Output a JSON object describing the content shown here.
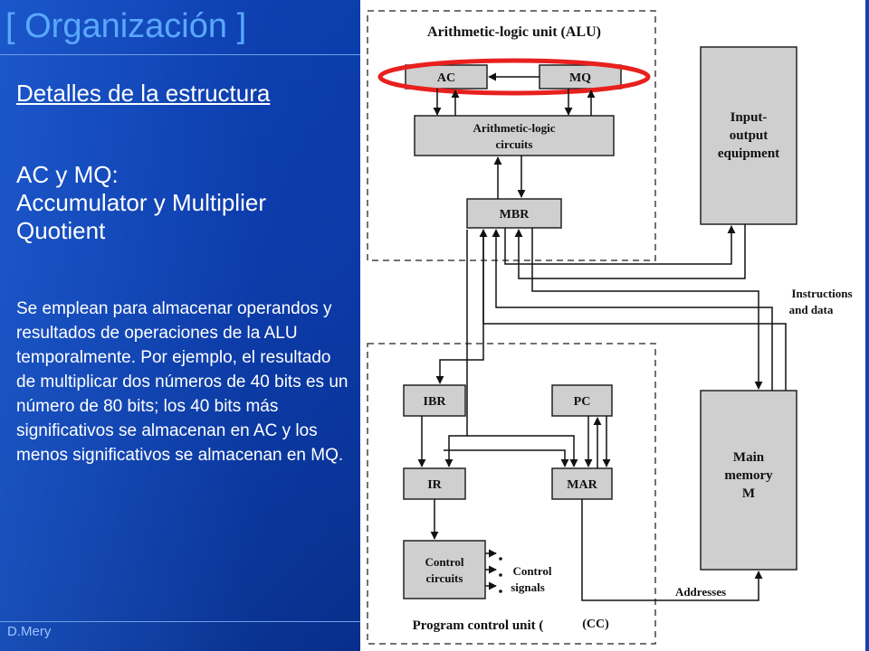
{
  "slide": {
    "title": "[ Organización ]",
    "subtitle": "Detalles de la estructura",
    "heading": "AC y MQ:",
    "heading_line2": "Accumulator y Multiplier",
    "heading_line3": "Quotient",
    "body": "Se emplean para almacenar operandos y resultados de operaciones de la ALU temporalmente. Por ejemplo, el resultado de multiplicar dos números de 40 bits es un número de 80 bits; los 40 bits más significativos se almacenan en AC y los menos significativos se almacenan en MQ.",
    "footer": "D.Mery"
  },
  "diagram": {
    "alu_title": "Arithmetic-logic unit (ALU)",
    "ac": "AC",
    "mq": "MQ",
    "alc_line1": "Arithmetic-logic",
    "alc_line2": "circuits",
    "mbr": "MBR",
    "io_line1": "Input-",
    "io_line2": "output",
    "io_line3": "equipment",
    "instr_line1": "Instructions",
    "instr_line2": "and data",
    "ibr": "IBR",
    "pc": "PC",
    "ir": "IR",
    "mar": "MAR",
    "mem_line1": "Main",
    "mem_line2": "memory",
    "mem_line3": "M",
    "cc_line1": "Control",
    "cc_line2": "circuits",
    "cs_line1": "Control",
    "cs_line2": "signals",
    "addresses": "Addresses",
    "pcu_title": "Program control unit (",
    "cc_tag": "(CC)",
    "highlight_color": "#e8201e",
    "box_fill": "#cfcfcf"
  }
}
